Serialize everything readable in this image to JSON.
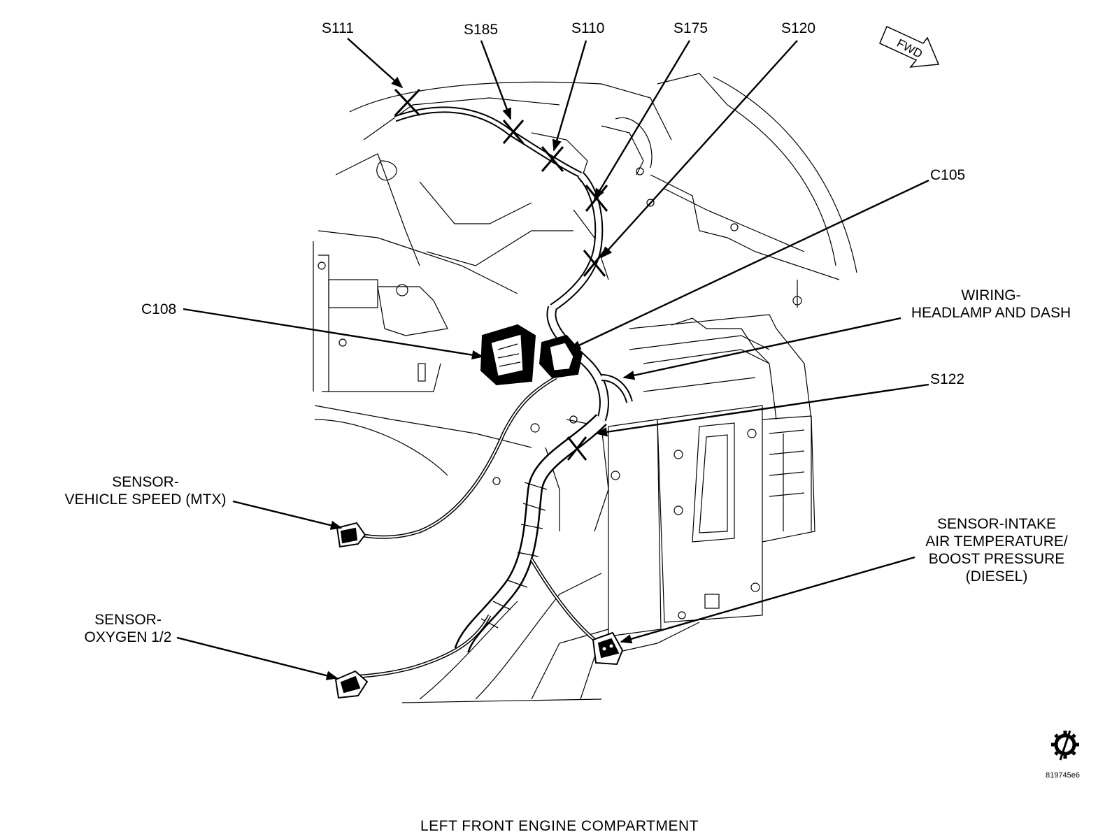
{
  "caption": "LEFT FRONT ENGINE COMPARTMENT",
  "figure_id": "819745e6",
  "fwd_indicator": "FWD",
  "callouts": {
    "s111": "S111",
    "s185": "S185",
    "s110": "S110",
    "s175": "S175",
    "s120": "S120",
    "c105": "C105",
    "c108": "C108",
    "s122": "S122",
    "wiring": [
      "WIRING-",
      "HEADLAMP AND DASH"
    ],
    "vss": [
      "SENSOR-",
      "VEHICLE SPEED (MTX)"
    ],
    "o2": [
      "SENSOR-",
      "OXYGEN 1/2"
    ],
    "iat": [
      "SENSOR-INTAKE",
      "AIR TEMPERATURE/",
      "BOOST PRESSURE",
      "(DIESEL)"
    ]
  },
  "icons": {
    "service_symbol": "gear-slash-icon",
    "fwd_arrow": "arrow-icon"
  }
}
